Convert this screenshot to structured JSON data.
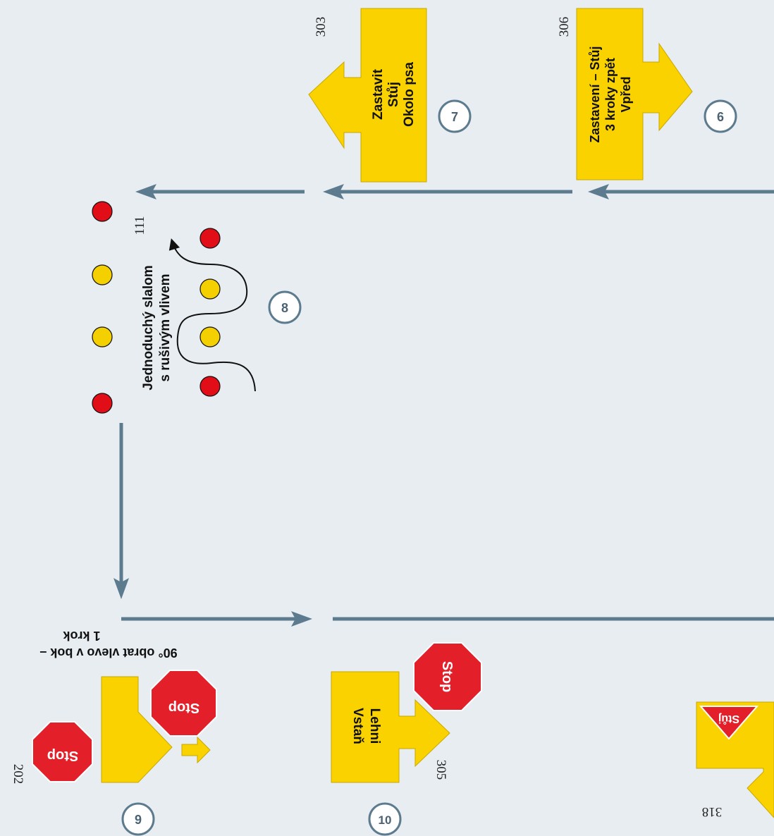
{
  "colors": {
    "background": "#e8edf1",
    "sign_yellow": "#f9d200",
    "stop_red": "#e3202a",
    "arrow_blue": "#5d7b8f",
    "cone_red": "#e10e18",
    "cone_yellow": "#f5d000",
    "badge_stroke": "#5d7b8f"
  },
  "station_7": {
    "code": "303",
    "line1": "Zastavit",
    "line2": "Stůj",
    "line3": "Okolo psa",
    "number": "7"
  },
  "station_6": {
    "code": "306",
    "line1": "Zastavení – Stůj",
    "line2": "3 kroky zpět",
    "line3": "Vpřed",
    "number": "6"
  },
  "station_8": {
    "code": "111",
    "line1": "Jednoduchý slalom",
    "line2": "s rušivým vlivem",
    "number": "8"
  },
  "station_9": {
    "code": "202",
    "line1": "90° obrat vlevo v bok –",
    "line2": "1 krok",
    "stop1": "Stop",
    "stop2": "Stop",
    "number": "9"
  },
  "station_10": {
    "code": "305",
    "line1": "Lehni",
    "line2": "Vstaň",
    "stop": "Stop",
    "number": "10"
  },
  "station_318": {
    "code": "318",
    "triangle": "Stůj"
  }
}
